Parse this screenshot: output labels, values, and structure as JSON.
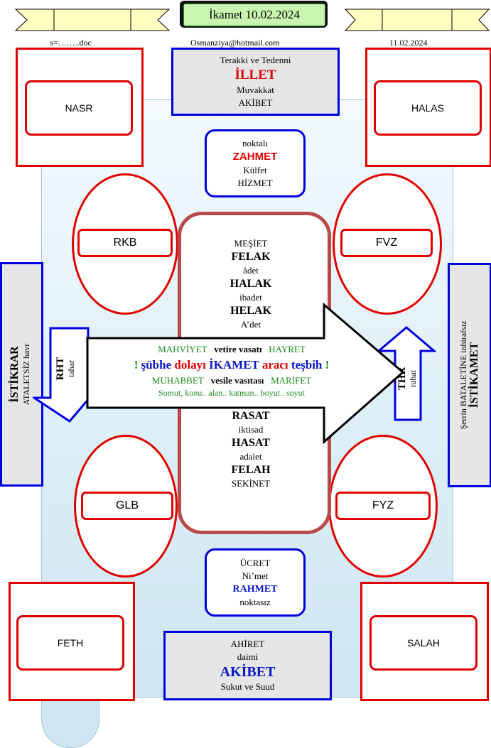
{
  "title": "İkamet 10.02.2024",
  "header": {
    "left": "s=……..doc",
    "center": "Osmanziya@hotmail.com",
    "right": "11.02.2024"
  },
  "top_box": {
    "line1": "Terakki ve Tedenni",
    "line2": "İLLET",
    "line3": "Muvakkat",
    "line4": "AKİBET"
  },
  "upper_box": {
    "line1": "noktalı",
    "line2": "ZAHMET",
    "line3": "Külfet",
    "line4": "HİZMET"
  },
  "lower_box": {
    "line1": "ÜCRET",
    "line2": "Ni’met",
    "line3": "RAHMET",
    "line4": "noktasız"
  },
  "bottom_box": {
    "line1": "AHİRET",
    "line2": "daimi",
    "line3": "AKİBET",
    "line4": "Sukut ve Suud"
  },
  "corners": {
    "top_left": "NASR",
    "top_right": "HALAS",
    "bottom_left": "FETH",
    "bottom_right": "SALAH"
  },
  "ellipses": {
    "upper_left": "RKB",
    "upper_right": "FVZ",
    "lower_left": "GLB",
    "lower_right": "FYZ"
  },
  "left_side": {
    "main": "İSTİKRAR",
    "sub": "ATALETSİZ havr"
  },
  "right_side": {
    "main": "İSTİKAMET",
    "sub": "Şerrin BATALETİNE inhirafsız"
  },
  "left_arrow": {
    "main": "RHT",
    "sub": "tahar"
  },
  "right_arrow": {
    "main": "THR",
    "sub": "rahat"
  },
  "center_top": {
    "l1": "MEŞİET",
    "l2": "FELAK",
    "l3": "âdet",
    "l4": "HALAK",
    "l5": "ibadet",
    "l6": "HELAK",
    "l7": "A’det"
  },
  "center_bottom": {
    "l1": "RASAT",
    "l2": "iktisad",
    "l3": "HASAT",
    "l4": "adalet",
    "l5": "FELAH",
    "l6": "SEKİNET"
  },
  "arrow_text": {
    "row1_a": "MAHVİYET",
    "row1_b": "vetire vasatı",
    "row1_c": "HAYRET",
    "row2_a": "!",
    "row2_b": "şübhe",
    "row2_c": "dolayı",
    "row2_d": "İKAMET",
    "row2_e": "aracı",
    "row2_f": "teşbih",
    "row2_g": "!",
    "row3_a": "MUHABBET",
    "row3_b": "vesile vasıtası",
    "row3_c": "MARİFET",
    "row4": "Somut, konu.. alan.. katman.. boyut.. soyut"
  },
  "colors": {
    "red": "#e10000",
    "blue": "#0000e0",
    "dark_red": "#b84a4a",
    "green": "#1a8a1a",
    "title_bg": "#c8f5b0",
    "ribbon": "#ffffc0"
  }
}
